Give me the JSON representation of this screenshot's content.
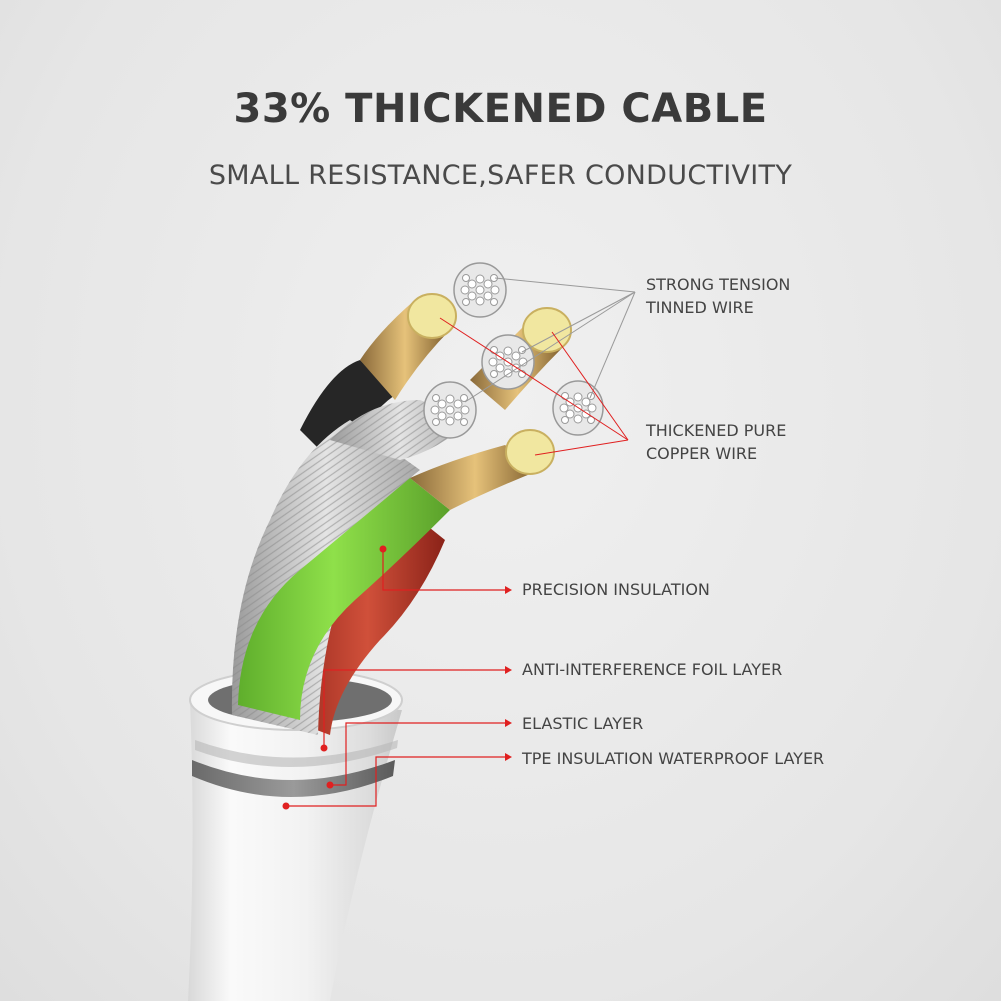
{
  "heading": {
    "title": "33% THICKENED CABLE",
    "subtitle": "SMALL RESISTANCE,SAFER CONDUCTIVITY"
  },
  "callouts": {
    "tinned_wire": [
      "STRONG TENSION",
      "TINNED WIRE"
    ],
    "copper_wire": [
      "THICKENED PURE",
      "COPPER WIRE"
    ],
    "precision_insulation": "PRECISION INSULATION",
    "foil_layer": "ANTI-INTERFERENCE FOIL LAYER",
    "elastic_layer": "ELASTIC LAYER",
    "tpe_layer": "TPE INSULATION WATERPROOF LAYER"
  },
  "colors": {
    "background": "#e9e9e9",
    "leader_red": "#e02020",
    "leader_gray": "#9a9a9a",
    "copper": "#c9a060",
    "green_insulation": "#7ccf3a",
    "red_insulation": "#c0392b",
    "tpe_jacket": "#f4f4f4",
    "black_insulation": "#2b2b2b"
  }
}
